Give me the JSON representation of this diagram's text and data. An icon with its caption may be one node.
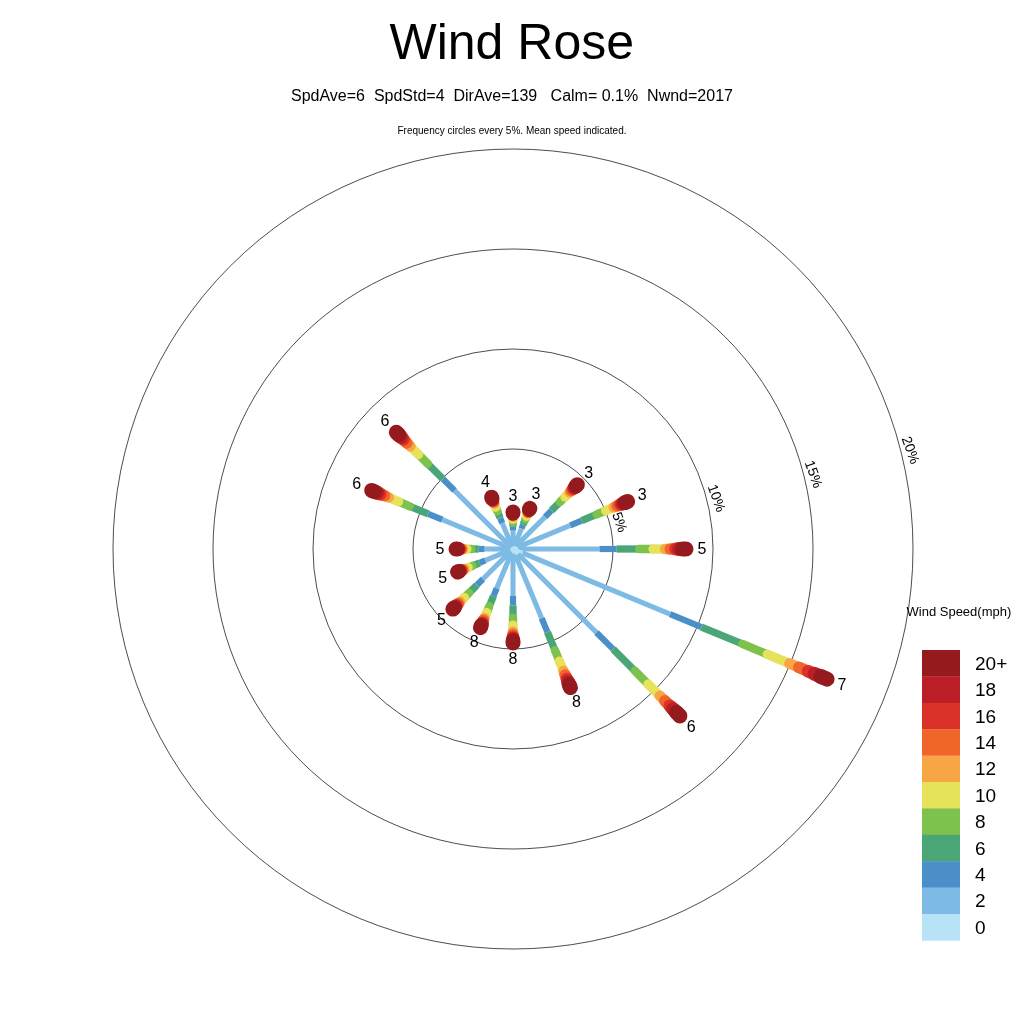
{
  "diagram": {
    "title": "Wind Rose",
    "labels": [
      "SpdAve=6  SpdStd=4  DirAve=139   Calm= 0.1%  Nwnd=2017",
      "Frequency circles every 5%. Mean speed indicated.",
      "5%",
      "10%",
      "15%",
      "20%",
      "6",
      "6",
      "4",
      "3",
      "3",
      "3",
      "3",
      "5",
      "5",
      "5",
      "5",
      "8",
      "8",
      "8",
      "7",
      "6",
      "Wind Speed(mph)"
    ],
    "legend": [
      {
        "text": "20+",
        "color": "#951a1d"
      },
      {
        "text": "18",
        "color": "#bb1e26"
      },
      {
        "text": "16",
        "color": "#db3128"
      },
      {
        "text": "14",
        "color": "#f06529"
      },
      {
        "text": "12",
        "color": "#f8a546"
      },
      {
        "text": "10",
        "color": "#e6e35b"
      },
      {
        "text": "8",
        "color": "#7dc24c"
      },
      {
        "text": "6",
        "color": "#4aa677"
      },
      {
        "text": "4",
        "color": "#4a8fc7"
      },
      {
        "text": "2",
        "color": "#7dbbe5"
      },
      {
        "text": "0",
        "color": "#b8e3f6"
      }
    ]
  }
}
